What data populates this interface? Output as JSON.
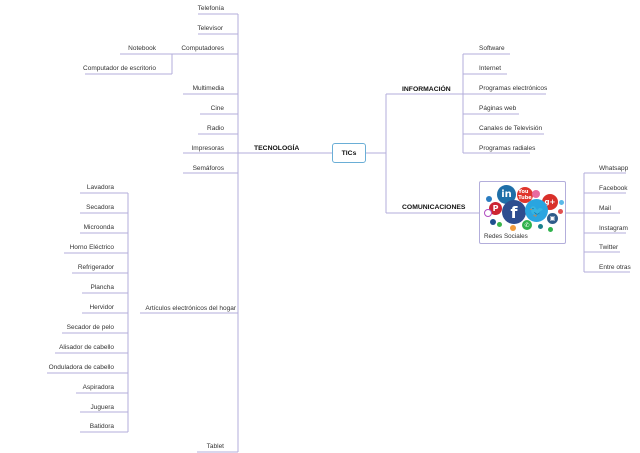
{
  "center": {
    "label": "TICs"
  },
  "tecnologia": {
    "label": "TECNOLOGÍA",
    "items": [
      {
        "label": "Telefonía"
      },
      {
        "label": "Televisor"
      },
      {
        "label": "Computadores",
        "children": [
          {
            "label": "Notebook"
          },
          {
            "label": "Computador de escritorio"
          }
        ]
      },
      {
        "label": "Multimedia"
      },
      {
        "label": "Cine"
      },
      {
        "label": "Radio"
      },
      {
        "label": "Impresoras"
      },
      {
        "label": "Semáforos"
      },
      {
        "label": "Artículos electrónicos del hogar",
        "children": [
          {
            "label": "Lavadora"
          },
          {
            "label": "Secadora"
          },
          {
            "label": "Microonda"
          },
          {
            "label": "Horno Eléctrico"
          },
          {
            "label": "Refrigerador"
          },
          {
            "label": "Plancha"
          },
          {
            "label": "Hervidor"
          },
          {
            "label": "Secador de pelo"
          },
          {
            "label": "Alisador de cabello"
          },
          {
            "label": "Onduladora de cabello"
          },
          {
            "label": "Aspiradora"
          },
          {
            "label": "Juguera"
          },
          {
            "label": "Batidora"
          }
        ]
      },
      {
        "label": "Tablet"
      }
    ]
  },
  "informacion": {
    "label": "INFORMACIÓN",
    "items": [
      {
        "label": "Software"
      },
      {
        "label": "Internet"
      },
      {
        "label": "Programas electrónicos"
      },
      {
        "label": "Páginas web"
      },
      {
        "label": "Canales de Televisión"
      },
      {
        "label": "Programas radiales"
      }
    ]
  },
  "comunicaciones": {
    "label": "COMUNICACIONES",
    "node": {
      "label": "Redes Sociales",
      "image": "social-media-icons-collage"
    },
    "items": [
      {
        "label": "Whatsapp"
      },
      {
        "label": "Facebook"
      },
      {
        "label": "Mail"
      },
      {
        "label": "Instagram"
      },
      {
        "label": "Twitter"
      },
      {
        "label": "Entre otras"
      }
    ]
  },
  "colors": {
    "line": "#b3aedb",
    "center_border": "#6aaed6"
  }
}
